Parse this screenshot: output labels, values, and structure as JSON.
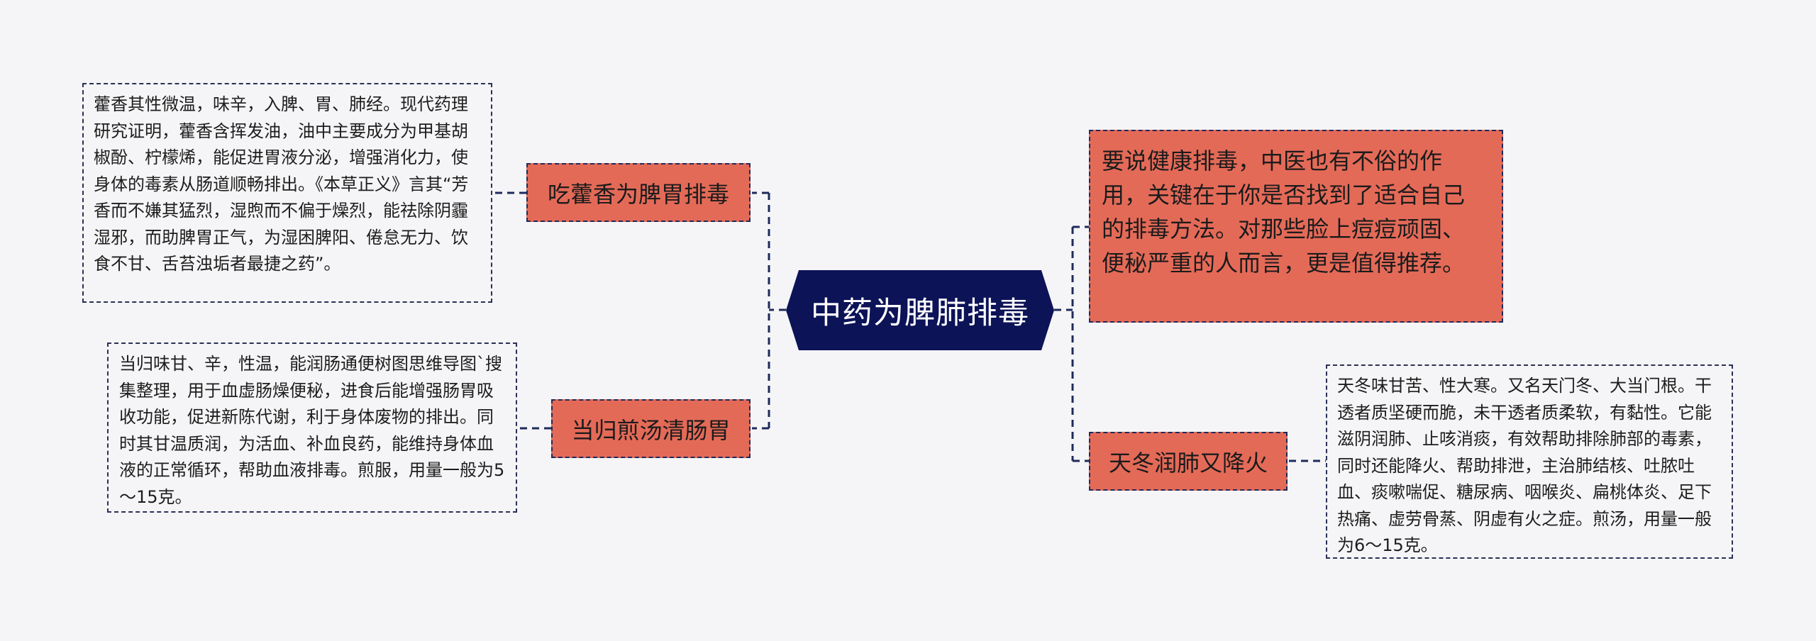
{
  "mindmap": {
    "central": {
      "label": "中药为脾肺排毒"
    },
    "intro": {
      "text": "要说健康排毒，中医也有不俗的作用，关键在于你是否找到了适合自己的排毒方法。对那些脸上痘痘顽固、便秘严重的人而言，更是值得推荐。"
    },
    "branches": [
      {
        "label": "吃藿香为脾胃排毒",
        "note": "藿香其性微温，味辛，入脾、胃、肺经。现代药理研究证明，藿香含挥发油，油中主要成分为甲基胡椒酚、柠檬烯，能促进胃液分泌，增强消化力，使身体的毒素从肠道顺畅排出。《本草正义》言其“芳香而不嫌其猛烈，湿煦而不偏于燥烈，能祛除阴霾湿邪，而助脾胃正气，为湿困脾阳、倦怠无力、饮食不甘、舌苔浊垢者最捷之药”。"
      },
      {
        "label": "当归煎汤清肠胃",
        "note": "当归味甘、辛，性温，能润肠通便树图思维导图`搜集整理，用于血虚肠燥便秘，进食后能增强肠胃吸收功能，促进新陈代谢，利于身体废物的排出。同时其甘温质润，为活血、补血良药，能维持身体血液的正常循环，帮助血液排毒。煎服，用量一般为5～15克。"
      },
      {
        "label": "天冬润肺又降火",
        "note": "天冬味甘苦、性大寒。又名天门冬、大当门根。干透者质坚硬而脆，未干透者质柔软，有黏性。它能滋阴润肺、止咳消痰，有效帮助排除肺部的毒素，同时还能降火、帮助排泄，主治肺结核、吐脓吐血、痰嗽喘促、糖尿病、咽喉炎、扁桃体炎、足下热痛、虚劳骨蒸、阴虚有火之症。煎汤，用量一般为6～15克。"
      }
    ]
  },
  "colors": {
    "background": "#f5f5f7",
    "central_fill": "#0c1357",
    "branch_fill": "#e46a58",
    "connector": "#1f2a5a"
  }
}
